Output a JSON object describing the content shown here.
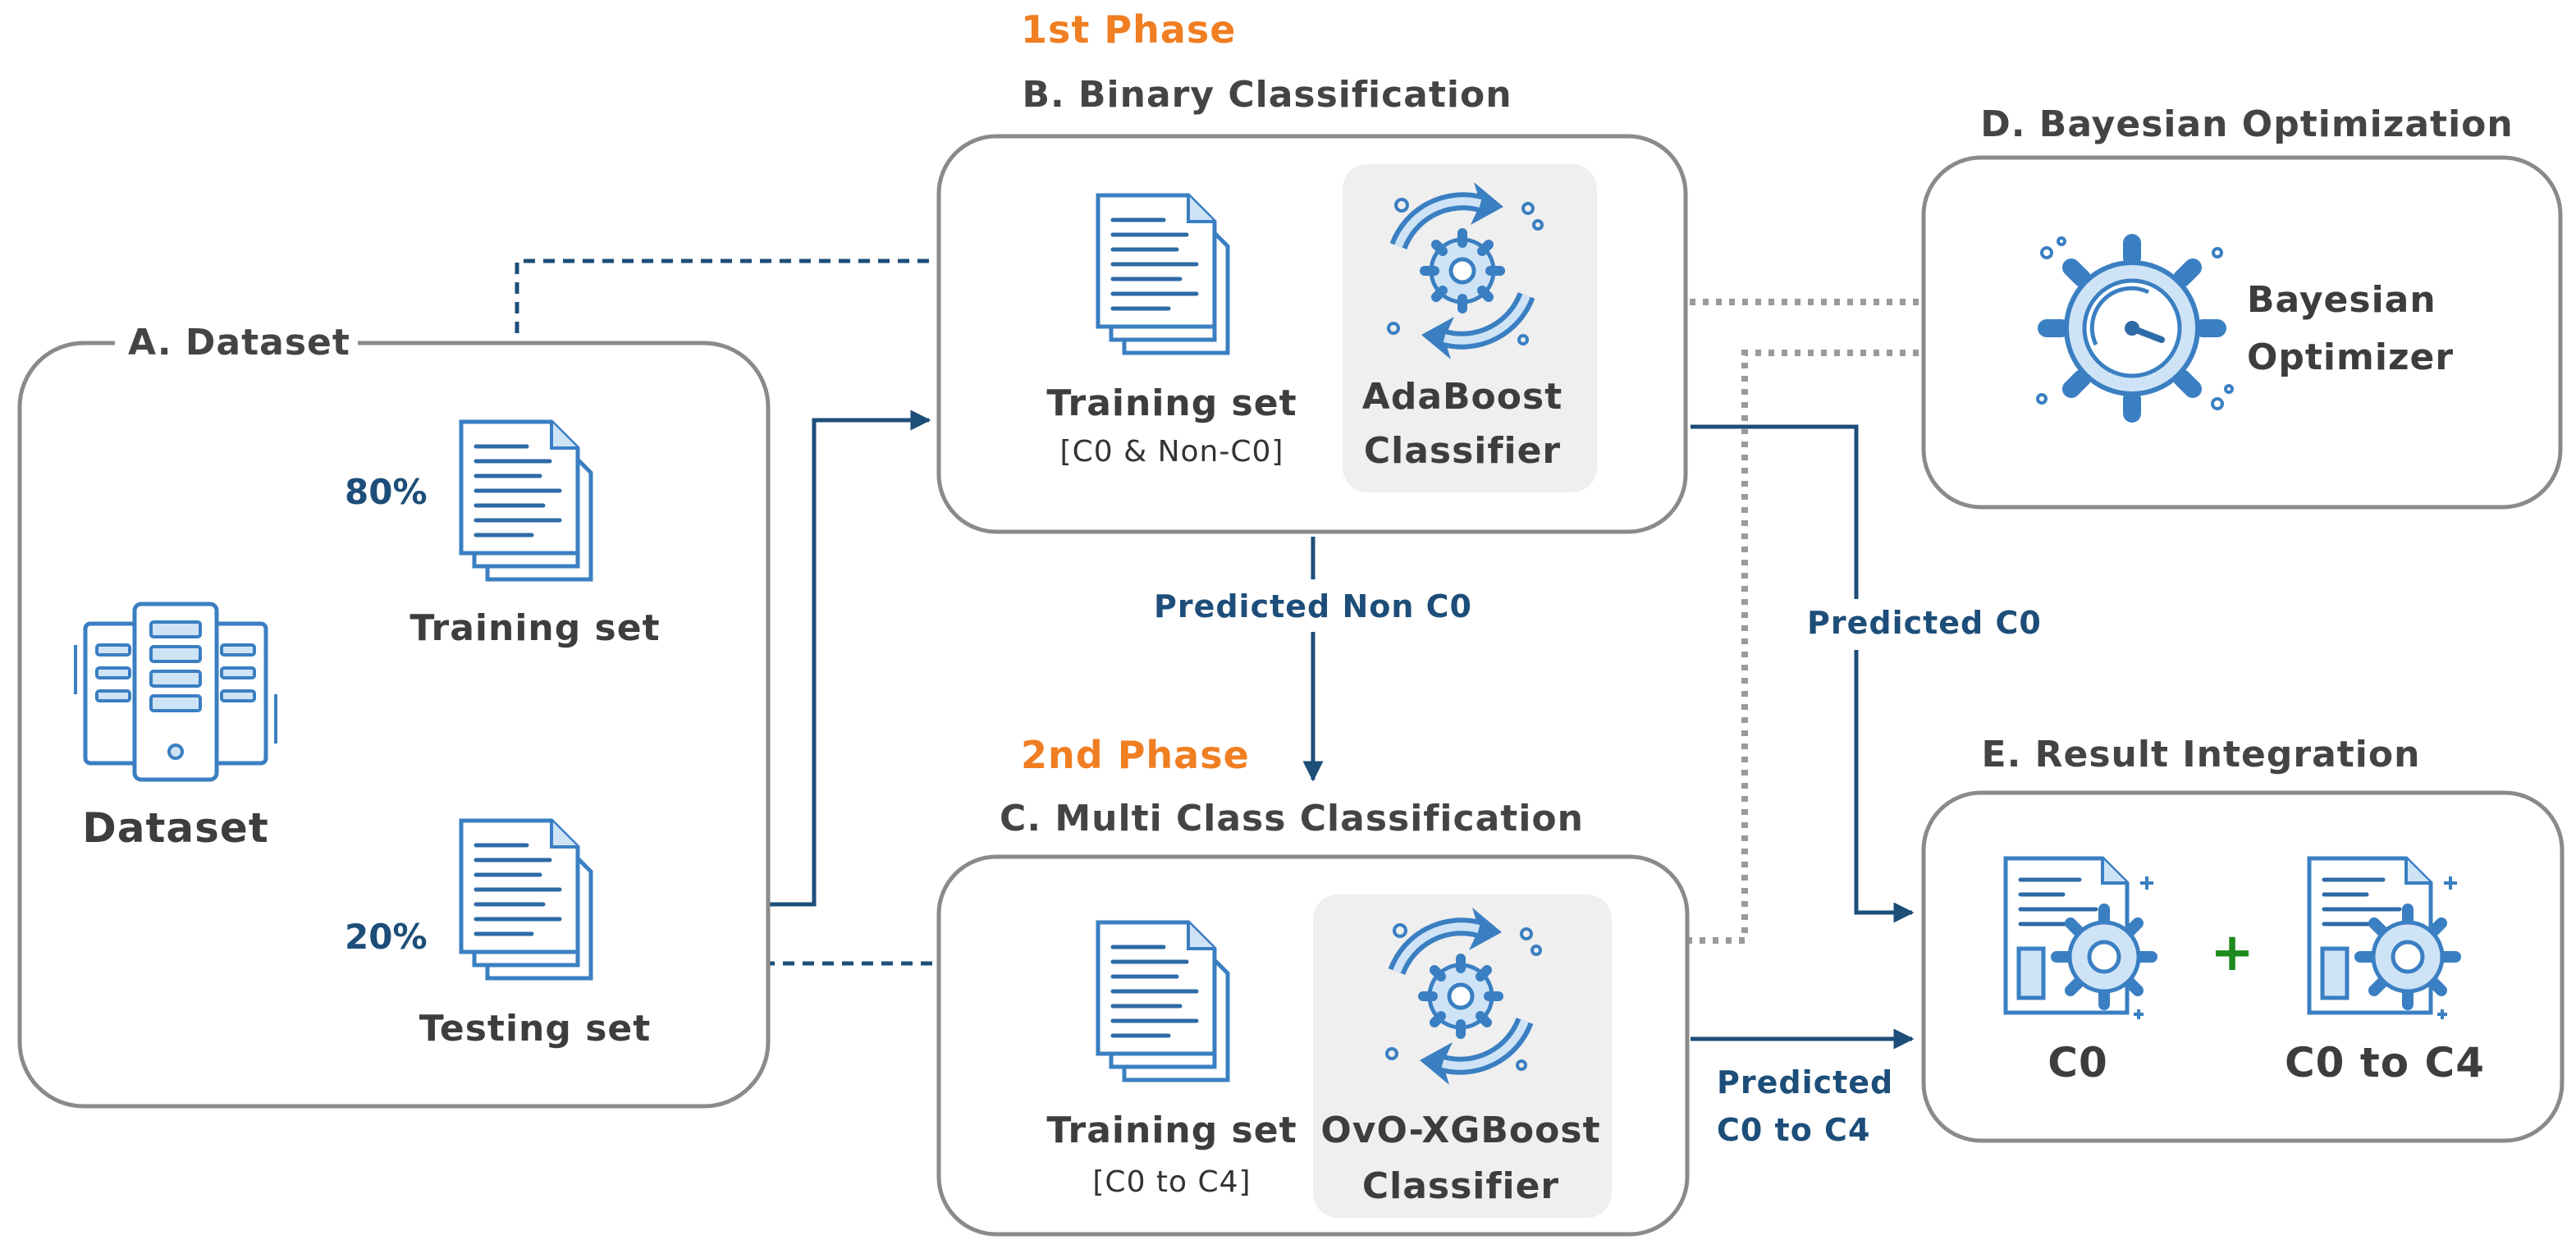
{
  "phases": {
    "first": "1st Phase",
    "second": "2nd Phase"
  },
  "dataset": {
    "title": "A. Dataset",
    "db_label": "Dataset",
    "train_pct": "80%",
    "test_pct": "20%",
    "train_label": "Training set",
    "test_label": "Testing set"
  },
  "binary": {
    "title": "B. Binary Classification",
    "train_label": "Training set",
    "train_sub": "[C0 & Non-C0]",
    "clf_line1": "AdaBoost",
    "clf_line2": "Classifier"
  },
  "multi": {
    "title": "C. Multi Class Classification",
    "train_label": "Training set",
    "train_sub": "[C0 to C4]",
    "clf_line1": "OvO-XGBoost",
    "clf_line2": "Classifier"
  },
  "bayes": {
    "title": "D. Bayesian Optimization",
    "line1": "Bayesian",
    "line2": "Optimizer"
  },
  "result": {
    "title": "E. Result Integration",
    "left": "C0",
    "plus": "+",
    "right": "C0 to C4"
  },
  "edges": {
    "predicted_non_c0": "Predicted Non C0",
    "predicted_c0": "Predicted C0",
    "predicted_c0_c4_line1": "Predicted",
    "predicted_c0_c4_line2": "C0 to C4"
  },
  "colors": {
    "navy": "#1d4e79",
    "icon_blue": "#3a7fc2",
    "icon_fill": "#cfe3f7",
    "phase_orange": "#f07e22",
    "box_stroke": "#8a8a8a",
    "dotted_gray": "#9a9a9a",
    "panel_gray": "#efefef",
    "plus_green": "#1f8a1f"
  }
}
